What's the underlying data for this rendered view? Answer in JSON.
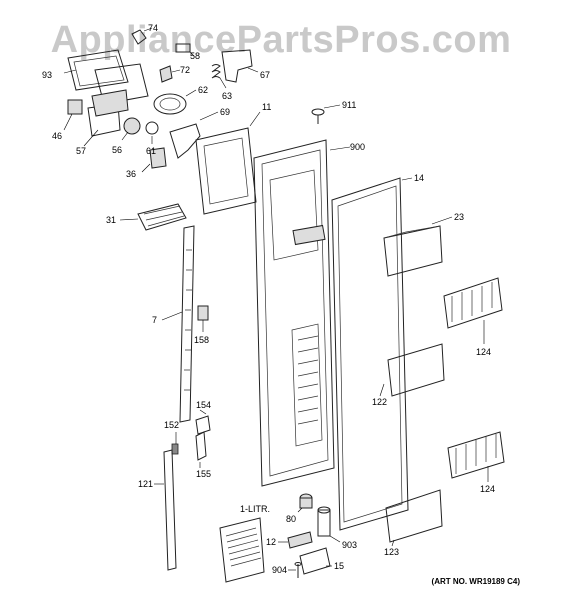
{
  "watermark": "AppliancePartsPros.com",
  "art_number": "(ART NO. WR19189 C4)",
  "booklet_label": "1-LITR.",
  "callouts": {
    "c74": "74",
    "c58": "58",
    "c93": "93",
    "c72": "72",
    "c67": "67",
    "c62": "62",
    "c63": "63",
    "c46": "46",
    "c57": "57",
    "c56": "56",
    "c61": "61",
    "c69": "69",
    "c11": "11",
    "c911": "911",
    "c900": "900",
    "c36": "36",
    "c14": "14",
    "c31": "31",
    "c23": "23",
    "c7": "7",
    "c158": "158",
    "c124a": "124",
    "c122": "122",
    "c154": "154",
    "c152": "152",
    "c155": "155",
    "c124b": "124",
    "c121": "121",
    "c80": "80",
    "c903": "903",
    "c12": "12",
    "c123": "123",
    "c904": "904",
    "c15": "15"
  }
}
